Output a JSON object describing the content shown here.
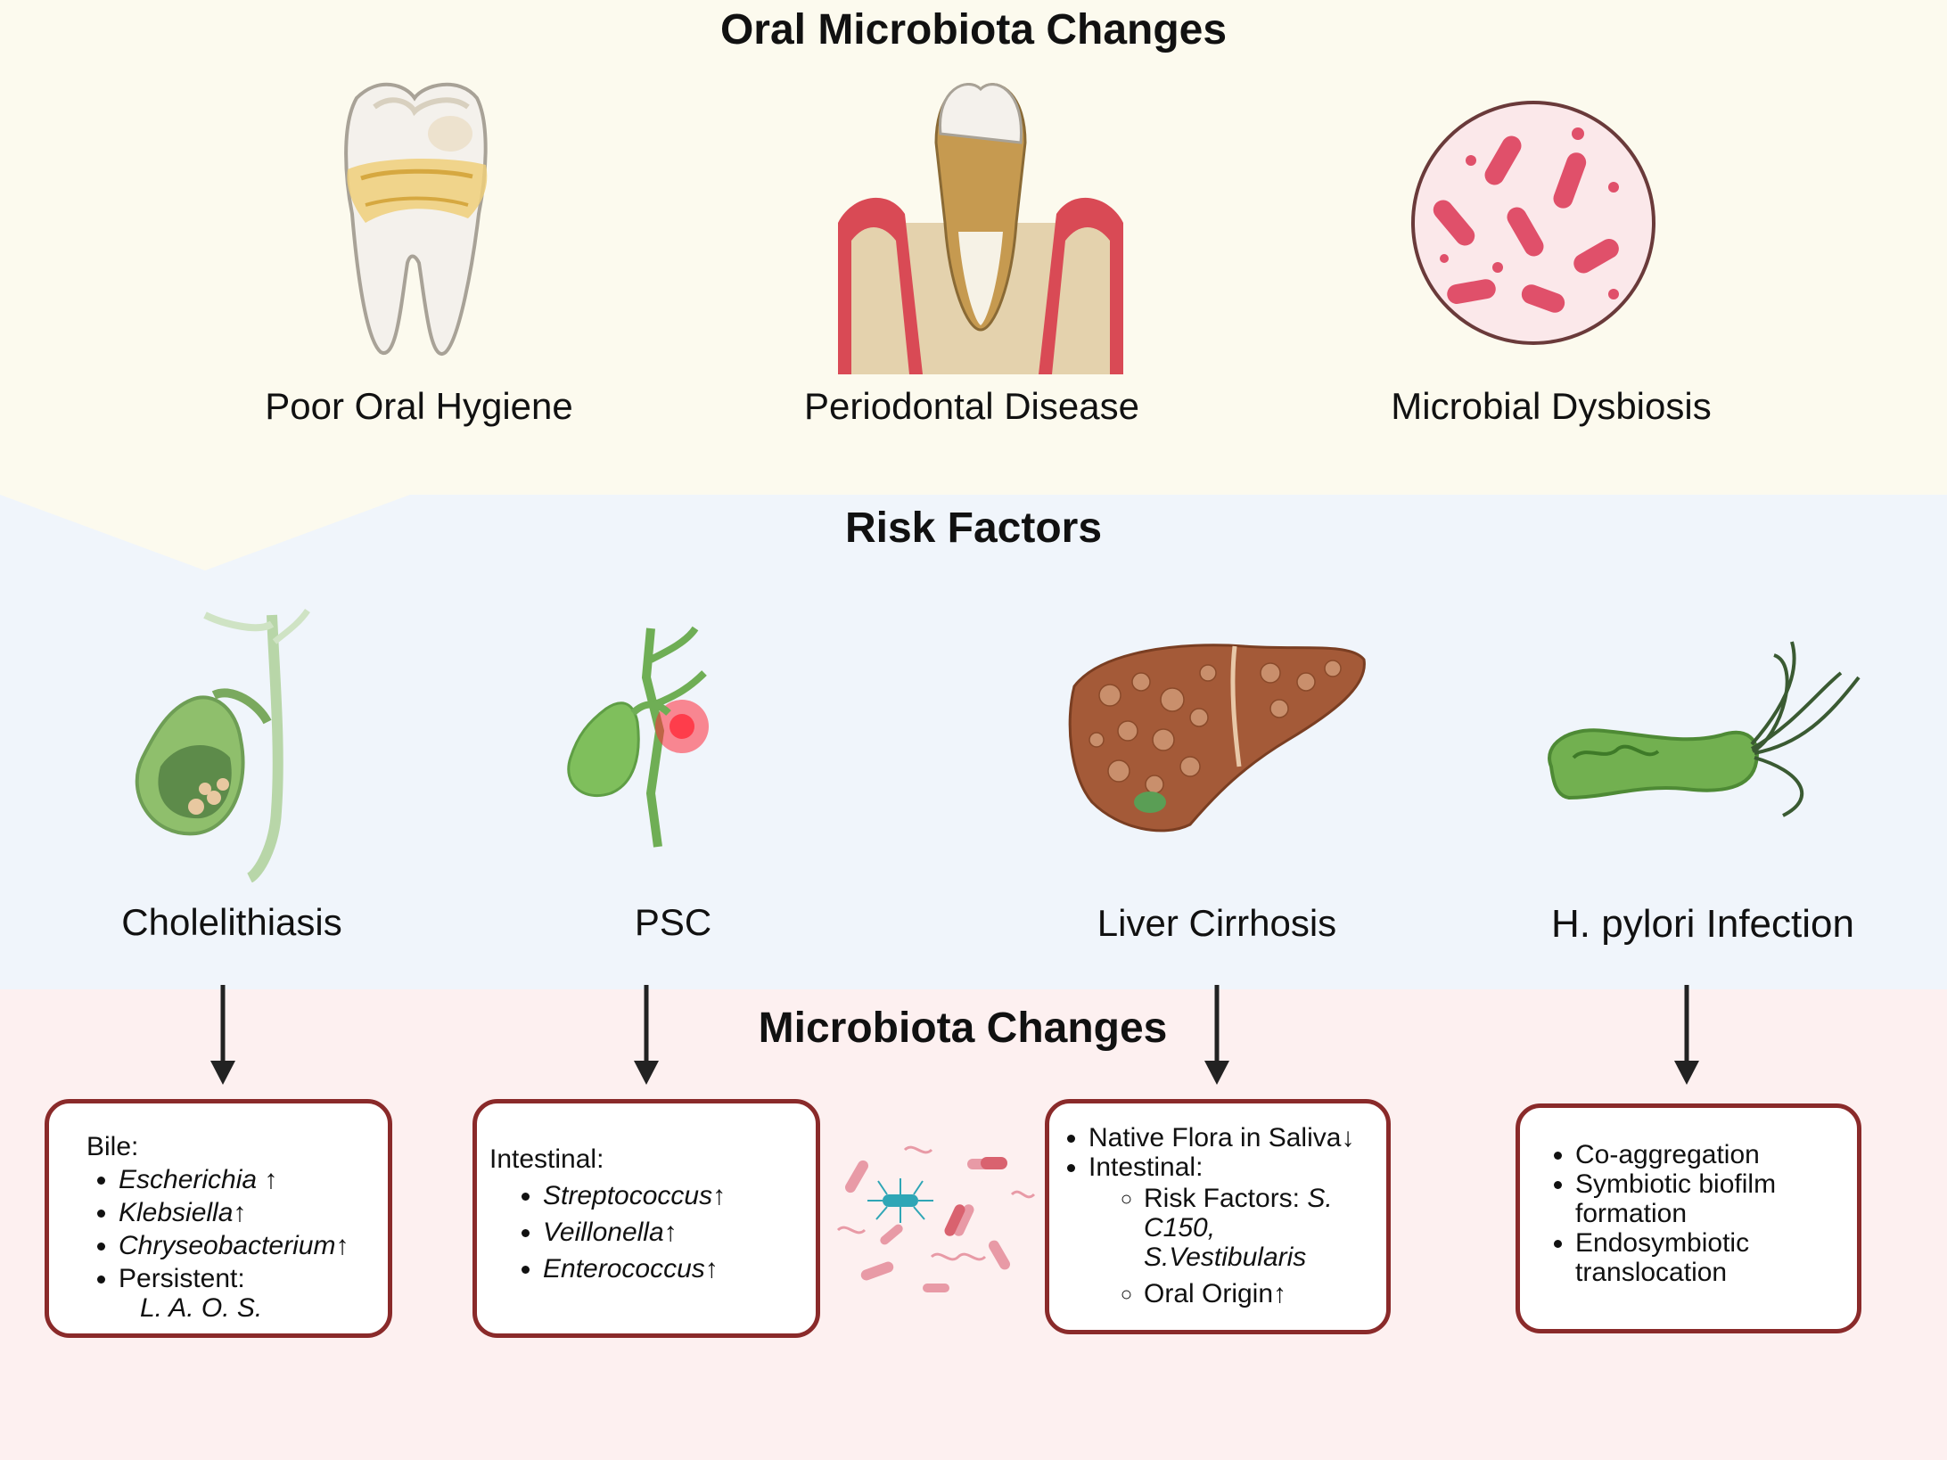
{
  "sections": {
    "oral_title": "Oral Microbiota Changes",
    "risk_title": "Risk Factors",
    "micro_title": "Microbiota Changes"
  },
  "oral": {
    "items": [
      {
        "label": "Poor Oral Hygiene",
        "icon": "tooth-plaque-icon"
      },
      {
        "label": "Periodontal Disease",
        "icon": "periodontal-tooth-icon"
      },
      {
        "label": "Microbial Dysbiosis",
        "icon": "bacteria-circle-icon"
      }
    ]
  },
  "risk": {
    "items": [
      {
        "label": "Cholelithiasis",
        "icon": "gallbladder-stones-icon"
      },
      {
        "label": "PSC",
        "icon": "bile-duct-inflamed-icon"
      },
      {
        "label": "Liver Cirrhosis",
        "icon": "cirrhotic-liver-icon"
      },
      {
        "label": "H. pylori Infection",
        "icon": "h-pylori-bacterium-icon"
      }
    ]
  },
  "boxes": {
    "bile": {
      "header": "Bile:",
      "items": [
        {
          "text": "Escherichia",
          "arrow": " ↑"
        },
        {
          "text": "Klebsiella",
          "arrow": "↑"
        },
        {
          "text": "Chryseobacterium",
          "arrow": "↑"
        }
      ],
      "persistent_label": "Persistent:",
      "persistent_value": "L. A. O. S."
    },
    "psc": {
      "header": "Intestinal:",
      "items": [
        {
          "text": "Streptococcus",
          "arrow": "↑"
        },
        {
          "text": "Veillonella",
          "arrow": "↑"
        },
        {
          "text": "Enterococcus",
          "arrow": "↑"
        }
      ]
    },
    "cirrhosis": {
      "item1": "Native Flora in Saliva↓",
      "item2": "Intestinal:",
      "sub1_label": "Risk Factors: ",
      "sub1_value": "S. C150, S.Vestibularis",
      "sub2": "Oral Origin↑"
    },
    "hpylori": {
      "items": [
        "Co-aggregation",
        "Symbiotic biofilm formation",
        "Endosymbiotic translocation"
      ]
    }
  },
  "colors": {
    "box_border": "#8a2a2a",
    "oral_band": "#fcfaee",
    "risk_band": "#f0f5fb",
    "micro_band": "#fdf0f0",
    "bacteria_pink": "#e0506a"
  }
}
